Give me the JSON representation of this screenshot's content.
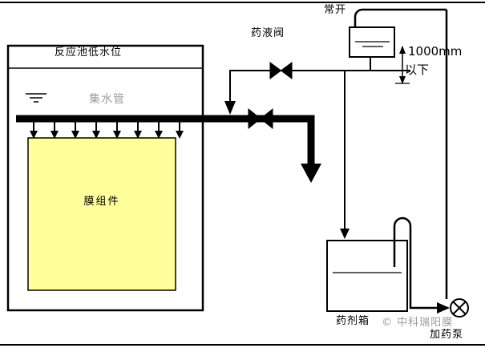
{
  "diagram": {
    "labels": {
      "tank_level": "反应池低水位",
      "collector_pipe": "集水管",
      "membrane_module": "膜组件",
      "chemical_valve": "药液阀",
      "normally_open": "常开",
      "dimension_value": "1000mm",
      "dimension_qualifier": "以下",
      "chemical_tank": "药剂箱",
      "dosing_pump": "加药泵",
      "watermark": "© 中科瑞阳膜"
    },
    "colors": {
      "line": "#000000",
      "membrane_fill": "#FFFF9C",
      "collector_label_gray": "#9C9C9C",
      "watermark_gray": "#9C9C9C"
    }
  }
}
